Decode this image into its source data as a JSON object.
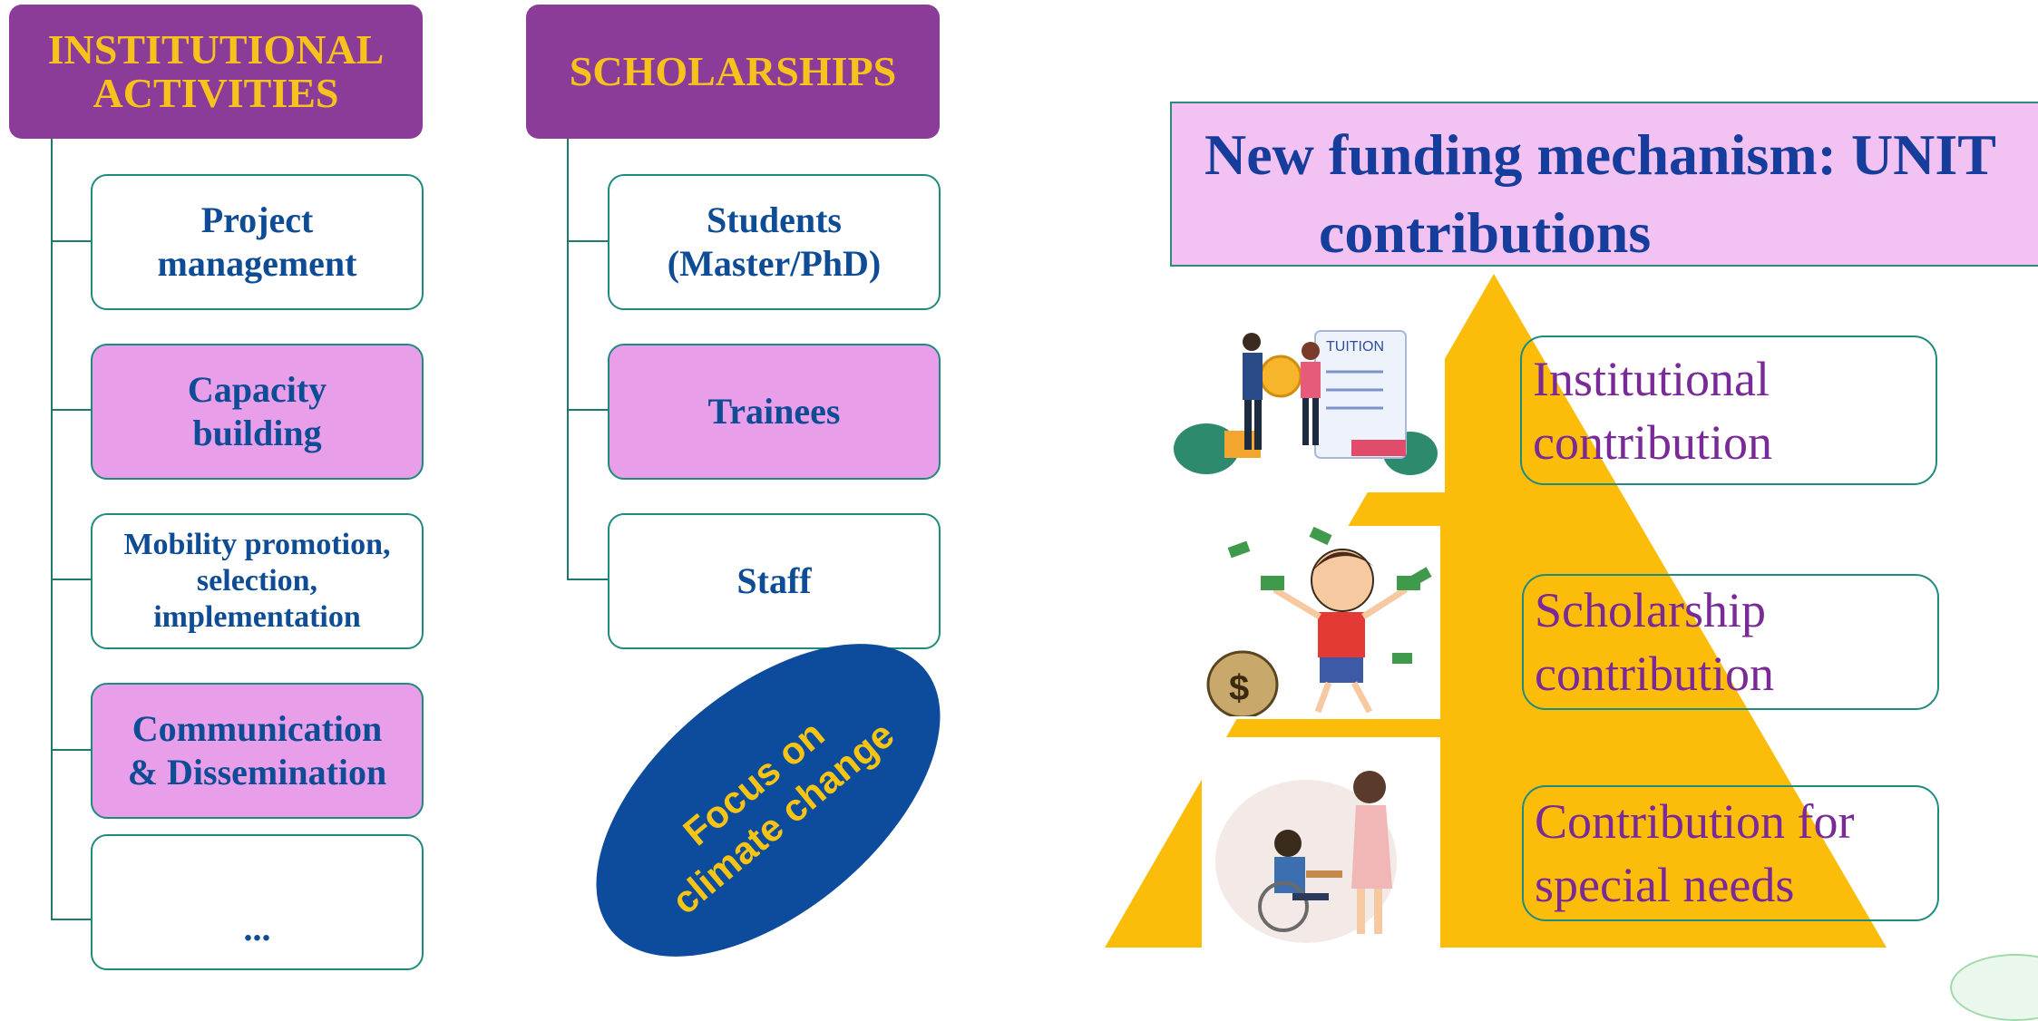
{
  "institutional": {
    "header": "INSTITUTIONAL\nACTIVITIES",
    "items": [
      {
        "label": "Project\nmanagement"
      },
      {
        "label": "Capacity\nbuilding"
      },
      {
        "label": "Mobility promotion,\nselection,\nimplementation"
      },
      {
        "label": "Communication\n&  Dissemination"
      },
      {
        "label": "..."
      }
    ]
  },
  "scholarships": {
    "header": "SCHOLARSHIPS",
    "items": [
      {
        "label": "Students\n(Master/PhD)"
      },
      {
        "label": "Trainees"
      },
      {
        "label": "Staff"
      }
    ]
  },
  "focus_badge": {
    "text": "Focus on\nclimate change"
  },
  "funding": {
    "title_line1": "New funding mechanism: UNIT",
    "title_line2": "contributions",
    "tiers": [
      {
        "label": "Institutional\ncontribution",
        "illustration": "tuition-payment-illustration"
      },
      {
        "label": "Scholarship\ncontribution",
        "illustration": "boy-with-money-illustration"
      },
      {
        "label": "Contribution for\nspecial needs",
        "illustration": "special-needs-illustration"
      }
    ],
    "tuition_sign": "TUITION"
  },
  "colors": {
    "header_bg": "#8b3b98",
    "header_text": "#f8c21c",
    "item_text": "#0e4c96",
    "pink": "#e89ee8",
    "teal_border": "#1f8a7e",
    "pyramid": "#fbbd0a",
    "oval": "#0d4c9c",
    "title_bg": "#f2c3f2",
    "title_text": "#163d9c",
    "label_text": "#7a2a96"
  }
}
